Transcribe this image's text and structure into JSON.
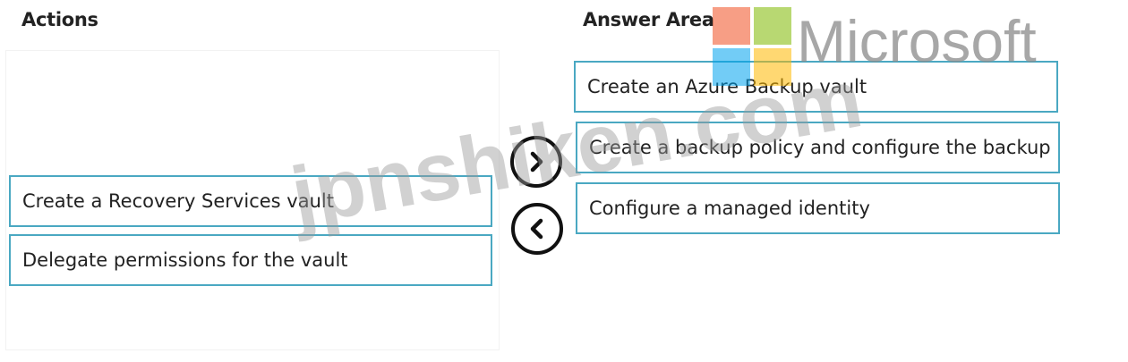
{
  "actions": {
    "heading": "Actions",
    "items": [
      {
        "label": "Create a Recovery Services vault"
      },
      {
        "label": "Delegate permissions for the vault"
      }
    ]
  },
  "answer_area": {
    "heading": "Answer Area",
    "items": [
      {
        "label": "Create an Azure Backup vault"
      },
      {
        "label": "Create a backup policy and configure the backup"
      },
      {
        "label": "Configure a managed identity"
      }
    ]
  },
  "controls": {
    "move_right_icon": "chevron-right-icon",
    "move_left_icon": "chevron-left-icon"
  },
  "watermark": {
    "logo_text": "Microsoft",
    "site_text": "jpnshiken.com",
    "logo_colors": [
      "#f25022",
      "#7fba00",
      "#00a4ef",
      "#ffb900"
    ]
  }
}
